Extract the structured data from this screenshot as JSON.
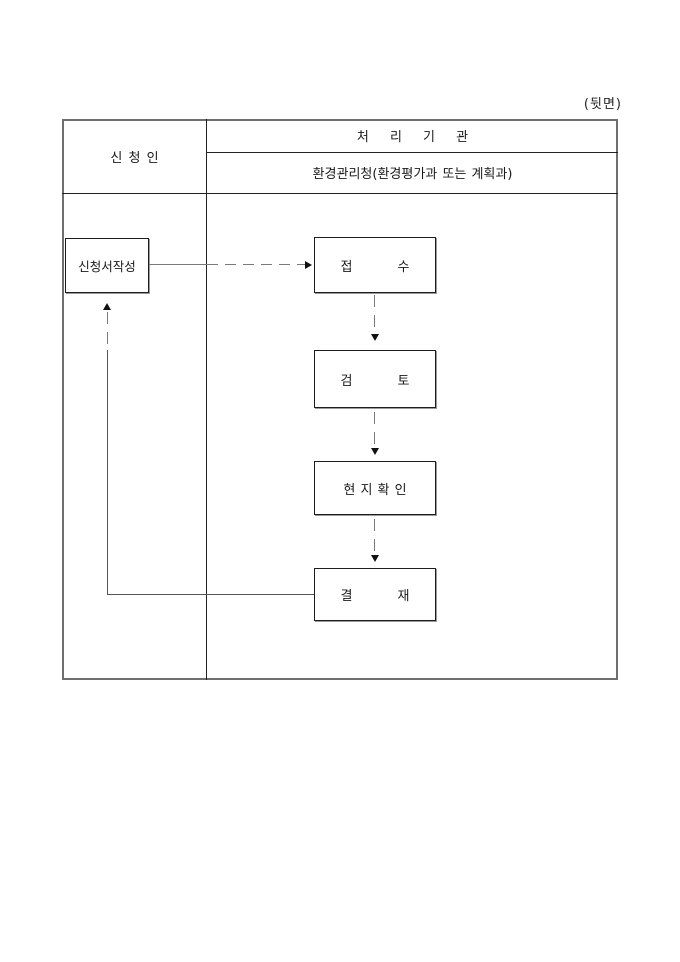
{
  "page_note": "(뒷면)",
  "table": {
    "applicant_header": "신 청 인",
    "agency_header": "처 리 기 관",
    "agency_subheader": "환경관리청(환경평가과 또는 계획과)"
  },
  "flowchart": {
    "applicant_step": "신청서작성",
    "agency_steps": [
      "접 수",
      "검 토",
      "현 지 확 인",
      "결 재"
    ]
  },
  "colors": {
    "background": "#ffffff",
    "outer_border": "#6f6f6f",
    "divider": "#222222",
    "box_border": "#1d1d1d",
    "connector_line": "#7a7a7a",
    "return_line": "#555555",
    "arrowhead": "#111111",
    "text": "#1a1a1a"
  }
}
